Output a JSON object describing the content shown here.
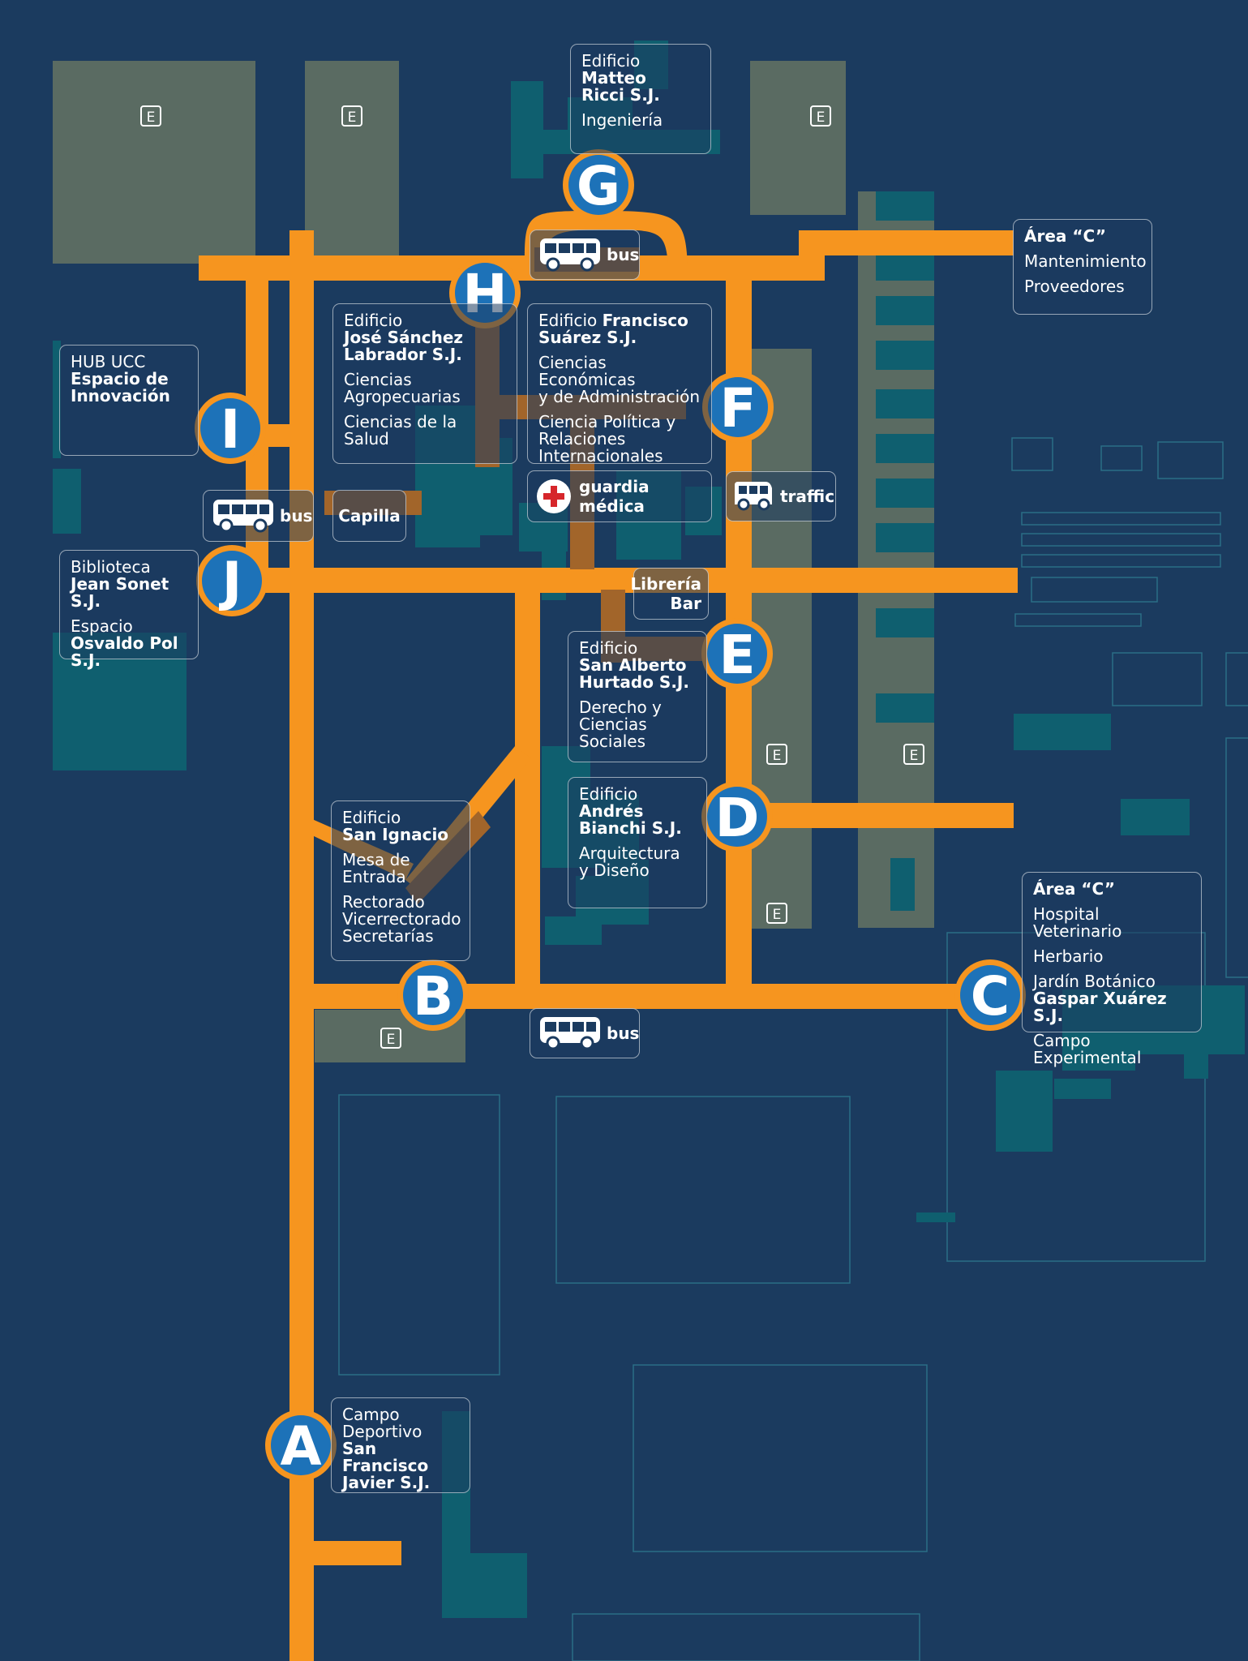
{
  "colors": {
    "background": "#1b3b5f",
    "road": "#f6951f",
    "marker_fill": "#1d72b8",
    "building_gray": "#5a6b62",
    "building_teal": "#0f5f6f",
    "road_overlay": "#a2652a"
  },
  "entrances": {
    "A": "A",
    "B": "B",
    "C": "C",
    "D": "D",
    "E": "E",
    "F": "F",
    "G": "G",
    "H": "H",
    "I": "I",
    "J": "J"
  },
  "parking_icon": "E",
  "buildings": {
    "ricci": {
      "l1": "Edificio",
      "l2": "Matteo",
      "l3": "Ricci S.J.",
      "l4": "Ingeniería"
    },
    "area_c_top": {
      "l1": "Área “C”",
      "l2": "Mantenimiento",
      "l3": "Proveedores"
    },
    "sanchez": {
      "l1": "Edificio",
      "l2": "José Sánchez",
      "l3": "Labrador S.J.",
      "l4": "Ciencias",
      "l5": "Agropecuarias",
      "l6": "Ciencias de la Salud"
    },
    "suarez": {
      "l1a": "Edificio",
      "l1b": "Francisco",
      "l2": "Suárez S.J.",
      "l3": "Ciencias Económicas",
      "l4": "y de Administración",
      "l5": "Ciencia Política y",
      "l6": "Relaciones",
      "l7": "Internacionales"
    },
    "hub": {
      "l1": "HUB UCC",
      "l2": "Espacio de",
      "l3": "Innovación"
    },
    "biblioteca": {
      "l1": "Biblioteca",
      "l2": "Jean Sonet S.J.",
      "l3": "Espacio",
      "l4": "Osvaldo Pol S.J."
    },
    "hurtado": {
      "l1": "Edificio",
      "l2": "San Alberto",
      "l3": "Hurtado S.J.",
      "l4": "Derecho y",
      "l5": "Ciencias",
      "l6": "Sociales"
    },
    "bianchi": {
      "l1": "Edificio",
      "l2": "Andrés",
      "l3": "Bianchi S.J.",
      "l4": "Arquitectura",
      "l5": "y Diseño"
    },
    "ignacio": {
      "l1": "Edificio",
      "l2": "San Ignacio",
      "l3": "Mesa de",
      "l4": "Entrada",
      "l5": "Rectorado",
      "l6": "Vicerrectorado",
      "l7": "Secretarías"
    },
    "area_c_right": {
      "l1": "Área “C”",
      "l2": "Hospital Veterinario",
      "l3": "Herbario",
      "l4": "Jardín Botánico",
      "l5": "Gaspar Xuárez S.J.",
      "l6": "Campo Experimental"
    },
    "deportivo": {
      "l1": "Campo",
      "l2": "Deportivo",
      "l3": "San Francisco",
      "l4": "Javier S.J."
    }
  },
  "pills": {
    "bus_top": "bus",
    "bus_left": "bus",
    "bus_bottom": "bus",
    "traffic": "traffic",
    "guardia": "guardia médica",
    "capilla": "Capilla",
    "libreria_1": "Librería",
    "libreria_2": "Bar"
  }
}
